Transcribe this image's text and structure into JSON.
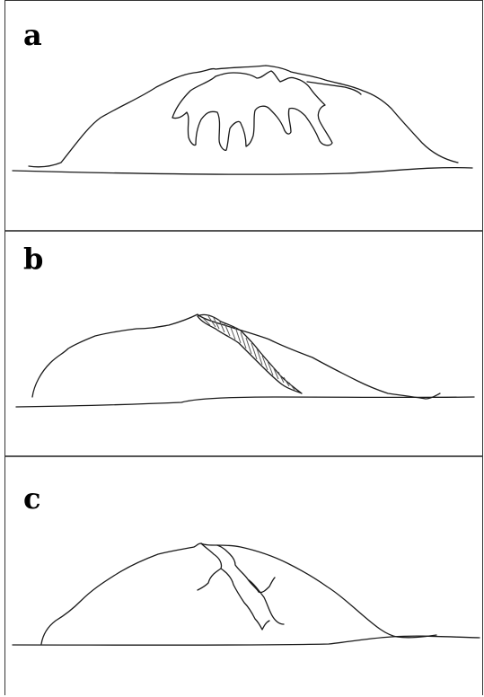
{
  "panels": [
    {
      "label": "a"
    },
    {
      "label": "b"
    },
    {
      "label": "c"
    }
  ],
  "colors": {
    "line": "#1a1a1a",
    "border": "#333333",
    "hatch": "#555555",
    "background": "#ffffff"
  }
}
